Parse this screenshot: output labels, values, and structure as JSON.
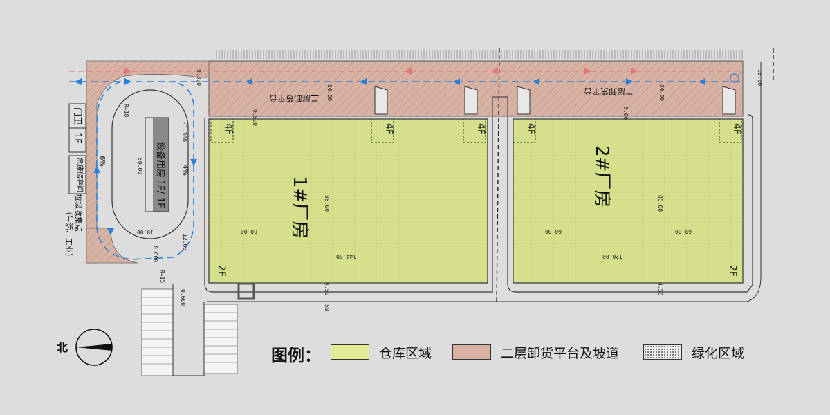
{
  "labels": {
    "building1": "1#厂房",
    "building2": "2#厂房",
    "equipment_room": "设备用房",
    "equipment_floor": "1F/-1F",
    "gate": "门卫",
    "gate_floor": "1F",
    "platform_north_1": "二层卸货平台",
    "platform_north_2": "二层卸货平台",
    "floor_4f": "4F",
    "floor_2f": "2F",
    "north": "北",
    "waste_point": "垃圾收集点",
    "waste_sub": "（生活、工业）",
    "haz_storage": "危废储存间",
    "slope_4": "4%",
    "slope_6": "6%"
  },
  "dimensions": {
    "d30": "30.00",
    "d18": "18.00",
    "d85": "85.00",
    "d60": "60.00",
    "d120": "120.00",
    "d144": "144.00",
    "d50": "50.00",
    "d10": "10.00",
    "d12_60": "12.60",
    "d4_50": "4.50",
    "d9_300": "9.300",
    "d9_500": "9.500",
    "d0_600": "0.600",
    "d_1_300": "-1.300",
    "d5": "5.00",
    "d50b": "50",
    "d2_50": "2.50",
    "r18": "R=18",
    "r15": "R=15"
  },
  "legend": {
    "title": "图例：",
    "items": [
      {
        "label": "仓库区域",
        "color": "#e2eb94",
        "pattern": "solid"
      },
      {
        "label": "二层卸货平台及坡道",
        "color": "#d8b3a5",
        "pattern": "solid"
      },
      {
        "label": "绿化区域",
        "color": "#e8e8e8",
        "pattern": "dots"
      }
    ]
  },
  "colors": {
    "warehouse": "#d6e08c",
    "platform": "#d8b3a5",
    "background": "#dcdddc",
    "route_blue": "#2a7fd6",
    "route_red": "#e07a7a"
  }
}
